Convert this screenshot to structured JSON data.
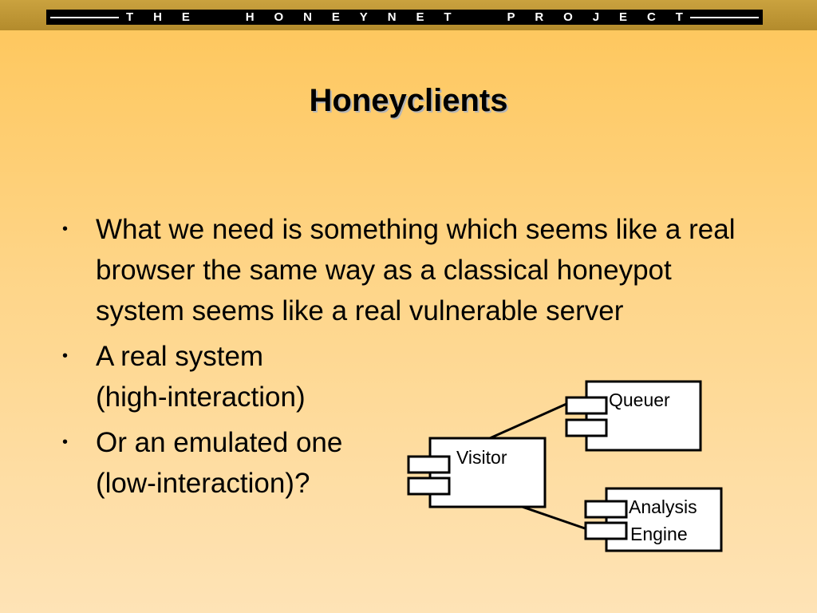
{
  "header": {
    "letters": [
      "T",
      "H",
      "E",
      "H",
      "O",
      "N",
      "E",
      "Y",
      "N",
      "E",
      "T",
      "P",
      "R",
      "O",
      "J",
      "E",
      "C",
      "T"
    ]
  },
  "slide": {
    "title": "Honeyclients",
    "bullets": [
      {
        "text": "What we need is something which seems like a real browser the same way as a classical honeypot system seems like a real vulnerable server"
      },
      {
        "line1": "A real system",
        "line2": "(high-interaction)"
      },
      {
        "line1": "Or an emulated one",
        "line2": "(low-interaction)?"
      }
    ]
  },
  "diagram": {
    "components": {
      "queuer": "Queuer",
      "visitor": "Visitor",
      "analysis_line1": "Analysis",
      "analysis_line2": "Engine"
    }
  }
}
